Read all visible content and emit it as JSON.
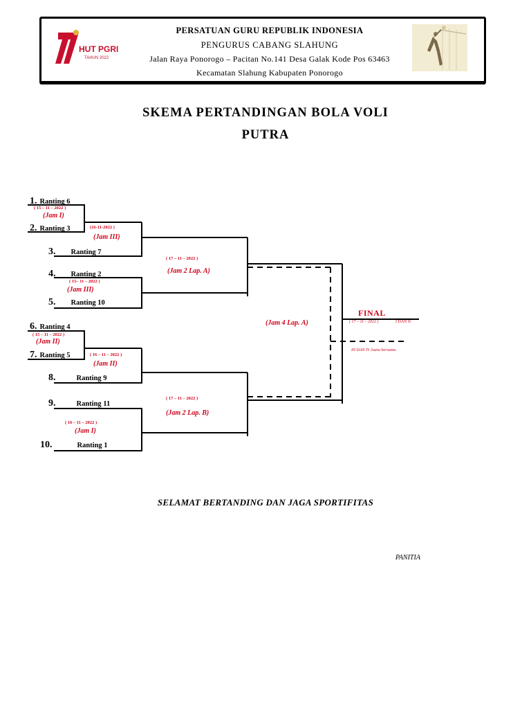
{
  "letterhead": {
    "org": "PERSATUAN GURU REPUBLIK INDONESIA",
    "branch": "PENGURUS CABANG SLAHUNG",
    "address": "Jalan Raya Ponorogo – Pacitan No.141 Desa Galak Kode Pos 63463",
    "district": "Kecamatan Slahung Kabupaten Ponorogo",
    "logo_text": "HUT PGRI",
    "logo_num": "77",
    "logo_year": "TAHUN 2022"
  },
  "title": {
    "line1": "SKEMA PERTANDINGAN BOLA VOLI",
    "line2": "PUTRA"
  },
  "teams": [
    {
      "num": "1.",
      "name": "Ranting 6"
    },
    {
      "num": "2.",
      "name": "Ranting 3"
    },
    {
      "num": "3.",
      "name": "Ranting 7"
    },
    {
      "num": "4.",
      "name": "Ranting 2"
    },
    {
      "num": "5.",
      "name": "Ranting 10"
    },
    {
      "num": "6.",
      "name": "Ranting 4"
    },
    {
      "num": "7.",
      "name": "Ranting 5"
    },
    {
      "num": "8.",
      "name": "Ranting 9"
    },
    {
      "num": "9.",
      "name": "Ranting 11"
    },
    {
      "num": "10.",
      "name": "Ranting 1"
    }
  ],
  "schedule": {
    "m1_date": "( 15 – 11 – 2022 )",
    "m1_time": "(Jam I)",
    "m2_date": "(16-11-2022 )",
    "m2_time": "(Jam III)",
    "m3_date": "( 15– 11 – 2022 )",
    "m3_time": "(Jam III)",
    "m4_date": "( 15 – 11 – 2022 )",
    "m4_time": "(Jam II)",
    "m5_date": "( 16 – 11 – 2022 )",
    "m5_time": "(Jam II)",
    "m6_date": "( 16 – 11 – 2022 )",
    "m6_time": "(Jam I)",
    "sfa_date": "( 17 – 11 – 2022 )",
    "sfa_time": "(Jam 2 Lap. A)",
    "sfb_date": "( 17 – 11 – 2022 )",
    "sfb_time": "(Jam 2 Lap. B)",
    "semi_time": "(Jam 4 Lap. A)",
    "final_label": "FINAL",
    "final_date": "( 17 – 11 – 2022 )",
    "final_note": "I DAN II",
    "third_note": "III DAN IV Juara bersama."
  },
  "closing": "SELAMAT BERTANDING DAN JAGA SPORTIFITAS",
  "signature": "PANITIA"
}
